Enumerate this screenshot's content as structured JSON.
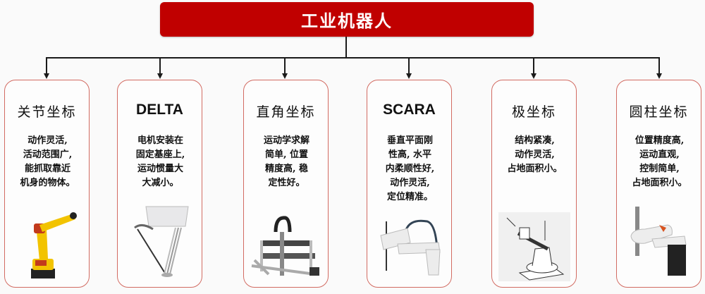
{
  "header": {
    "title": "工业机器人",
    "color": "#c00000"
  },
  "cards": [
    {
      "title": "关节坐标",
      "desc_lines": [
        "动作灵活,",
        "活动范围广,",
        "能抓取靠近",
        "机身的物体。"
      ],
      "image": "articulated-robot-arm"
    },
    {
      "title": "DELTA",
      "desc_lines": [
        "电机安装在",
        "固定基座上,",
        "运动惯量大",
        "大减小。"
      ],
      "image": "delta-parallel-robot"
    },
    {
      "title": "直角坐标",
      "desc_lines": [
        "运动学求解",
        "简单, 位置",
        "精度高, 稳",
        "定性好。"
      ],
      "image": "cartesian-gantry-robot"
    },
    {
      "title": "SCARA",
      "desc_lines": [
        "垂直平面刚",
        "性高, 水平",
        "内柔顺性好,",
        "动作灵活,",
        "定位精准。"
      ],
      "image": "scara-robot"
    },
    {
      "title": "极坐标",
      "desc_lines": [
        "结构紧凑,",
        "动作灵活,",
        "占地面积小。"
      ],
      "image": "polar-robot-sketch"
    },
    {
      "title": "圆柱坐标",
      "desc_lines": [
        "位置精度高,",
        "运动直观,",
        "控制简单,",
        "占地面积小。"
      ],
      "image": "cylindrical-robot"
    }
  ],
  "colors": {
    "card_border": "#d26b62",
    "connector": "#1a1a1a"
  }
}
